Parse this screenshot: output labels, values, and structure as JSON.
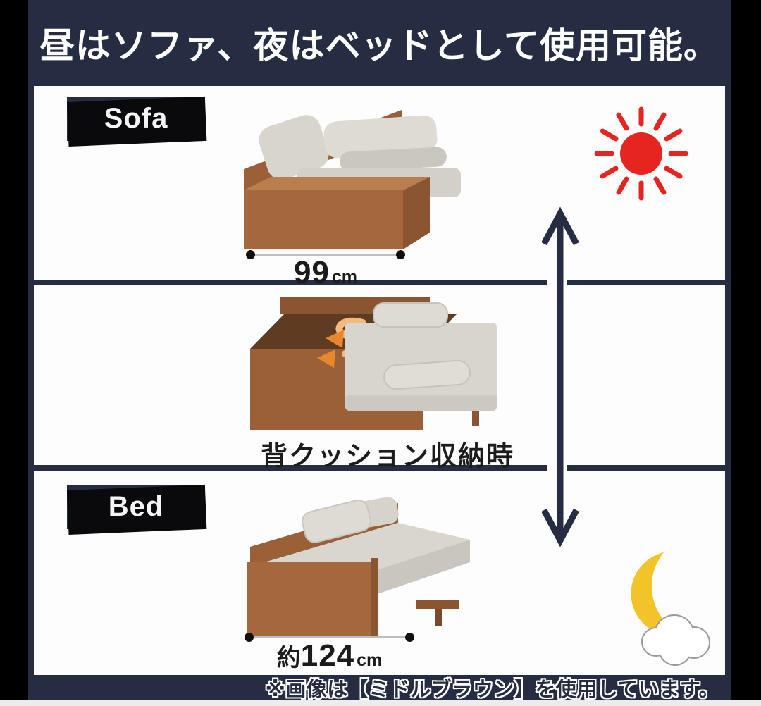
{
  "meta": {
    "type": "product-infographic",
    "language": "ja"
  },
  "header": {
    "title": "昼はソファ、夜はベッドとして使用可能。"
  },
  "panels": [
    {
      "id": "sofa",
      "label": "Sofa",
      "dimension": {
        "prefix": "",
        "value": "99",
        "unit": "cm"
      },
      "icon": "sun-icon"
    },
    {
      "id": "cushion-storage",
      "caption": "背クッション収納時"
    },
    {
      "id": "bed",
      "label": "Bed",
      "dimension": {
        "prefix": "約",
        "value": "124",
        "unit": "cm"
      },
      "icon": "moon-with-cloud-icon"
    }
  ],
  "footer": {
    "note": "※画像は【ミドルブラウン】を使用しています。"
  },
  "colors": {
    "navy": "#262c42",
    "black": "#000000",
    "white": "#ffffff",
    "sun_red": "#e62420",
    "moon_yellow": "#f2c428",
    "wood_mid": "#a5683c",
    "wood_dark": "#8a5530",
    "wood_rail": "#9b6038",
    "cushion_gray": "#d8d5cf",
    "arrow_orange": "#e8872e"
  }
}
